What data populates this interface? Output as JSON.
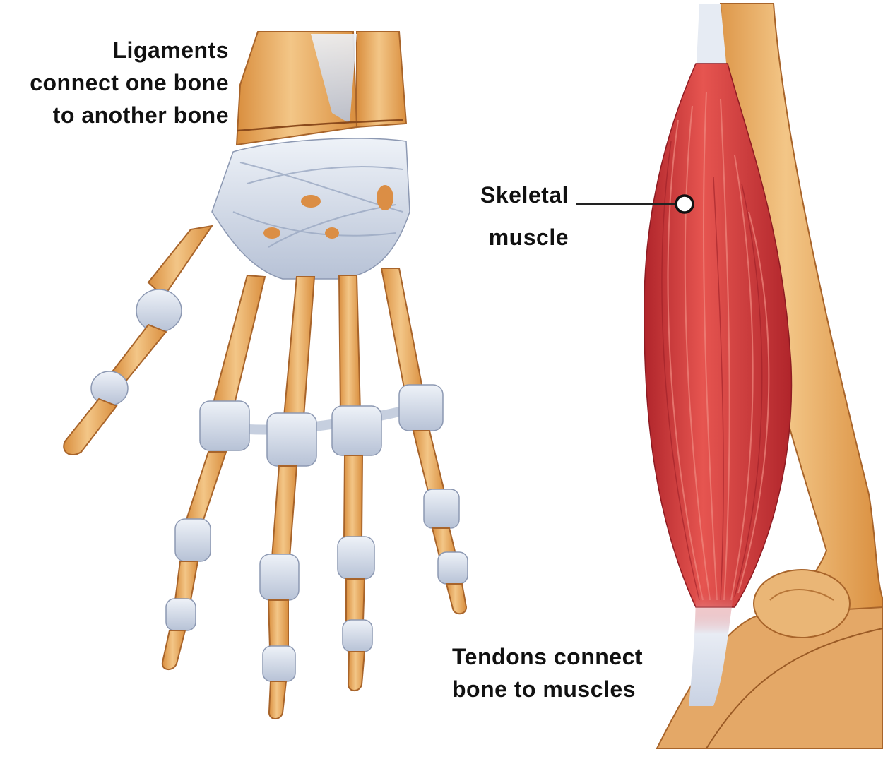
{
  "figure": {
    "title": "Ligaments, tendons and skeletal muscle",
    "panels": [
      {
        "name": "hand-skeleton",
        "description": "Dorsal view of hand bones with white ligaments"
      },
      {
        "name": "arm-muscle",
        "description": "Skeletal muscle attached to bone via tendon at elbow"
      }
    ]
  },
  "labels": {
    "ligaments": {
      "lines": [
        "Ligaments",
        "connect one bone",
        "to another bone"
      ]
    },
    "skeletal_muscle": {
      "lines": [
        "Skeletal",
        "muscle"
      ]
    },
    "tendons": {
      "lines": [
        "Tendons connect",
        "bone to muscles"
      ]
    }
  },
  "colors": {
    "bone": "#E9A55A",
    "bone_light": "#F3C687",
    "bone_outline": "#A8642A",
    "ligament": "#D9E1EE",
    "ligament_shadow": "#9AA8C2",
    "muscle": "#D6373A",
    "muscle_light": "#EE6A62",
    "muscle_dark": "#A8222A",
    "text": "#111111",
    "leader_line": "#222222"
  }
}
